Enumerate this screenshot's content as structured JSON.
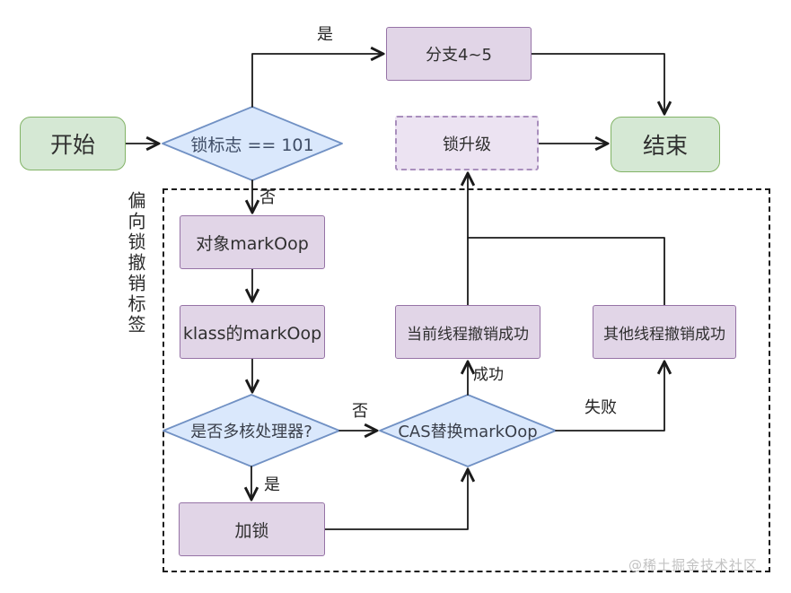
{
  "diagram": {
    "nodes": {
      "start": {
        "label": "开始"
      },
      "lock_flag": {
        "label": "锁标志 == 101"
      },
      "branch": {
        "label": "分支4~5"
      },
      "lock_upgrade": {
        "label": "锁升级"
      },
      "end": {
        "label": "结束"
      },
      "obj_markoop": {
        "label": "对象markOop"
      },
      "klass_markoop": {
        "label": "klass的markOop"
      },
      "multicore": {
        "label": "是否多核处理器?"
      },
      "cas": {
        "label": "CAS替换markOop"
      },
      "current_thread": {
        "label": "当前线程撤销成功"
      },
      "other_thread": {
        "label": "其他线程撤销成功"
      },
      "lock": {
        "label": "加锁"
      }
    },
    "edge_labels": {
      "yes_branch": "是",
      "no_revoke": "否",
      "no_multicore": "否",
      "yes_multicore": "是",
      "success": "成功",
      "fail": "失败"
    },
    "container_label": "偏向锁撤销标签",
    "watermark": "@稀土掘金技术社区",
    "colors": {
      "green_fill": "#d5e8d4",
      "green_stroke": "#82b366",
      "purple_fill": "#e1d5e7",
      "purple_stroke": "#9673a6",
      "blue_fill": "#dae8fc",
      "blue_stroke": "#7191c4",
      "line": "#1a1a1a"
    }
  }
}
